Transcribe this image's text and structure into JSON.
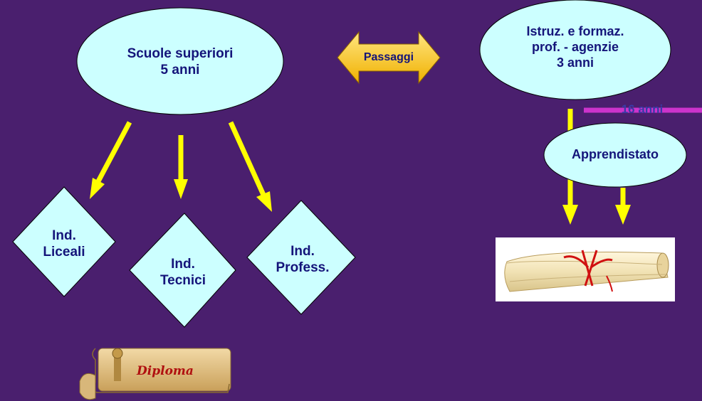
{
  "nodes": {
    "scuole_superiori": {
      "line1": "Scuole superiori",
      "line2": "5 anni"
    },
    "istruz_formaz": {
      "line1": "Istruz. e formaz.",
      "line2": "prof. - agenzie",
      "line3": "3 anni"
    },
    "apprendistato": {
      "label": "Apprendistato"
    },
    "ind_liceali": {
      "line1": "Ind.",
      "line2": "Liceali"
    },
    "ind_tecnici": {
      "line1": "Ind.",
      "line2": "Tecnici"
    },
    "ind_profess": {
      "line1": "Ind.",
      "line2": "Profess."
    }
  },
  "passaggi": {
    "label": "Passaggi"
  },
  "age_marker": {
    "label": "16 anni"
  },
  "diploma": {
    "text": "Diploma"
  },
  "colors": {
    "background": "#4a1f6e",
    "shape_fill": "#ccffff",
    "label_text": "#14147a",
    "arrow": "#ffff00",
    "passaggi_arrow": "#ffcc00",
    "age_line": "#cc33cc"
  }
}
